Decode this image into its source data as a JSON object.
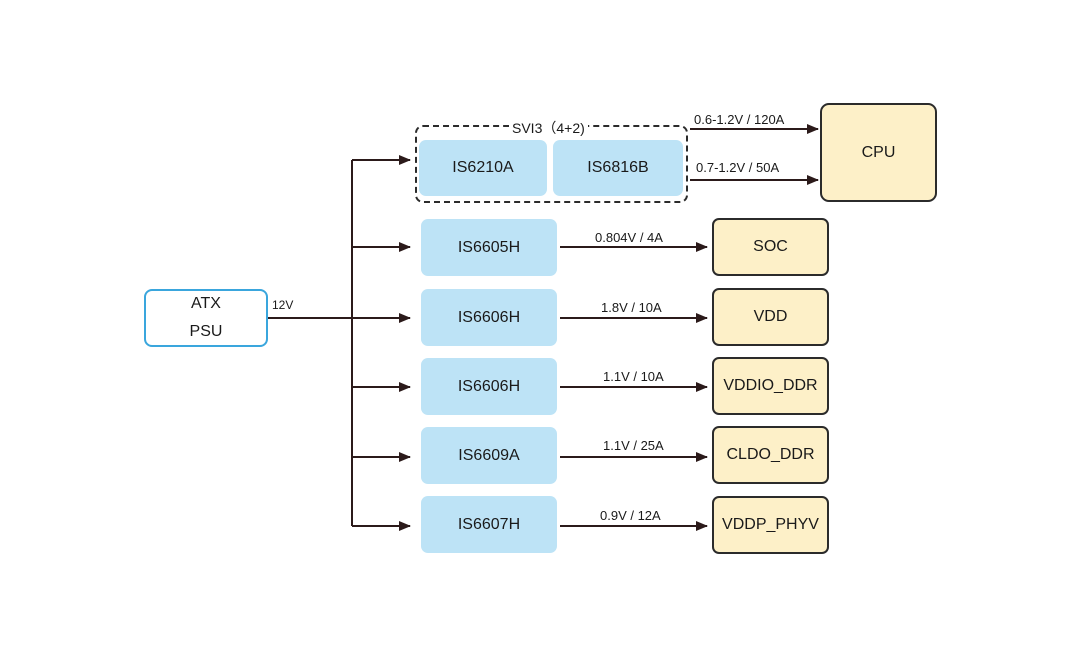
{
  "source": {
    "line1": "ATX",
    "line2": "PSU",
    "rail_label": "12V"
  },
  "group": {
    "title": "SVI3（4+2)"
  },
  "regulators": {
    "svi3_a": "IS6210A",
    "svi3_b": "IS6816B",
    "r1": "IS6605H",
    "r2": "IS6606H",
    "r3": "IS6606H",
    "r4": "IS6609A",
    "r5": "IS6607H"
  },
  "loads": {
    "cpu": "CPU",
    "r1": "SOC",
    "r2": "VDD",
    "r3": "VDDIO_DDR",
    "r4": "CLDO_DDR",
    "r5": "VDDP_PHYV"
  },
  "rails": {
    "cpu_1": "0.6-1.2V / 120A",
    "cpu_2": "0.7-1.2V / 50A",
    "r1": "0.804V / 4A",
    "r2": "1.8V / 10A",
    "r3": "1.1V / 10A",
    "r4": "1.1V / 25A",
    "r5": "0.9V / 12A"
  },
  "colors": {
    "source_border": "#3aa6dd",
    "regulator_fill": "#bde3f6",
    "load_fill": "#fdf0c8",
    "line": "#2b1a1a"
  }
}
